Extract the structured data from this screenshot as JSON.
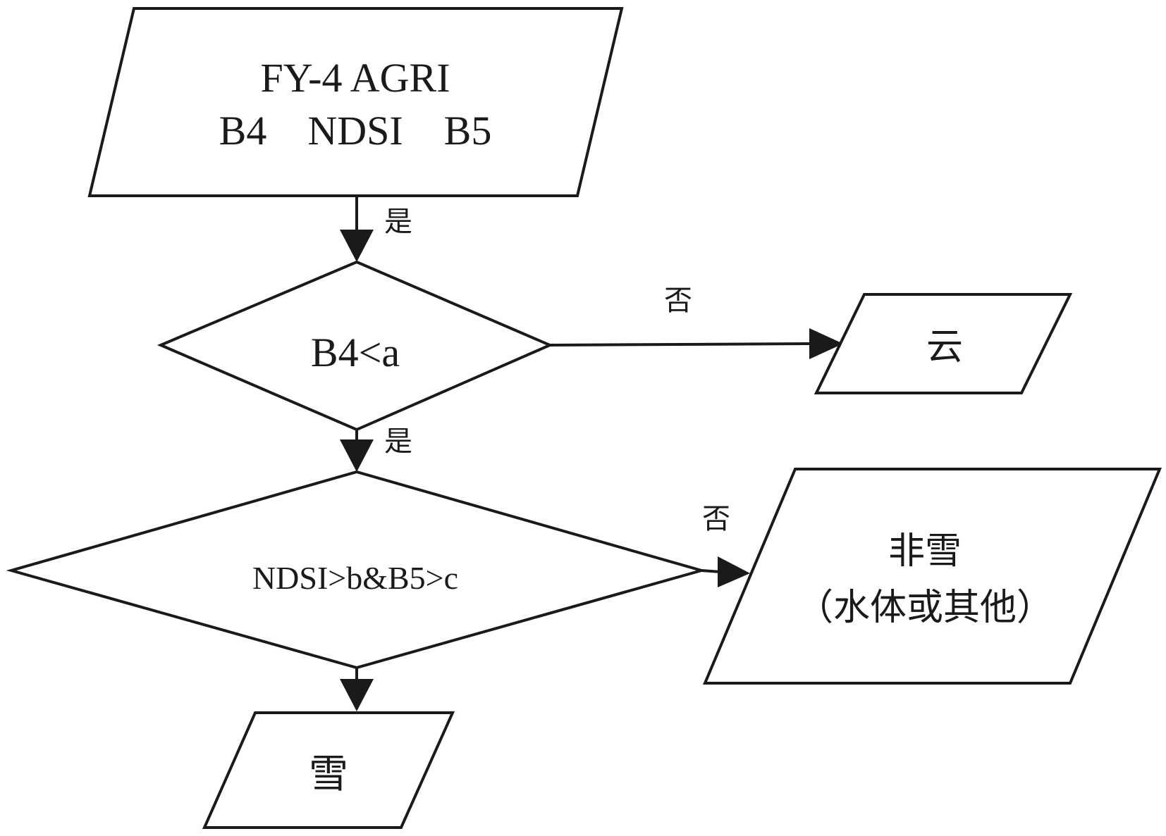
{
  "input": {
    "line1": "FY-4 AGRI",
    "line2": "B4    NDSI    B5"
  },
  "decision1": {
    "condition": "B4<a"
  },
  "decision2": {
    "condition": "NDSI>b&B5>c"
  },
  "edges": {
    "input_to_d1": "是",
    "d1_no": "否",
    "d1_yes": "是",
    "d2_no": "否"
  },
  "outputs": {
    "cloud": "云",
    "non_snow_line1": "非雪",
    "non_snow_line2": "（水体或其他）",
    "snow": "雪"
  }
}
